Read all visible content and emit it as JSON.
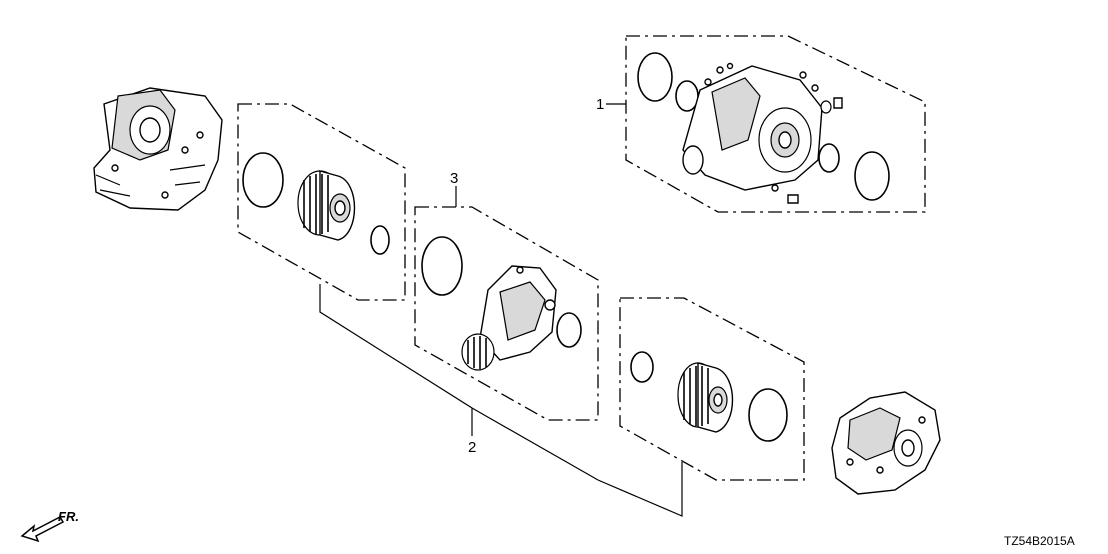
{
  "diagram": {
    "callouts": {
      "part1": "1",
      "part2": "2",
      "part3": "3"
    },
    "direction_label": "FR.",
    "diagram_code": "TZ54B2015A"
  }
}
